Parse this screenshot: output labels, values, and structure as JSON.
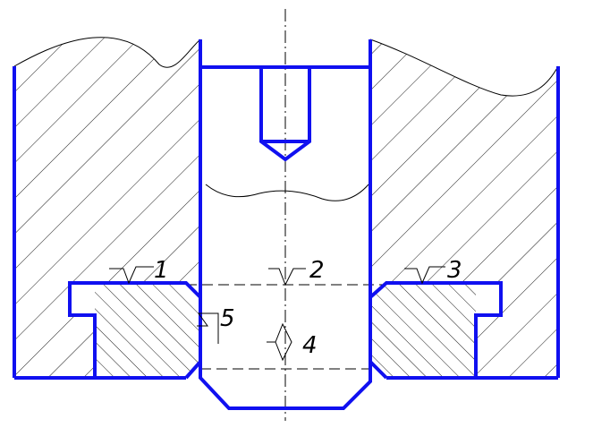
{
  "callouts": {
    "c1": "1",
    "c2": "2",
    "c3": "3",
    "c4": "4",
    "c5": "5"
  },
  "colors": {
    "outline": "#1010f0",
    "thin_lines": "#000000",
    "background": "#ffffff"
  },
  "symbols": [
    "roughness-symbol",
    "roughness-symbol",
    "roughness-symbol",
    "roughness-symbol",
    "diamond-marker"
  ]
}
